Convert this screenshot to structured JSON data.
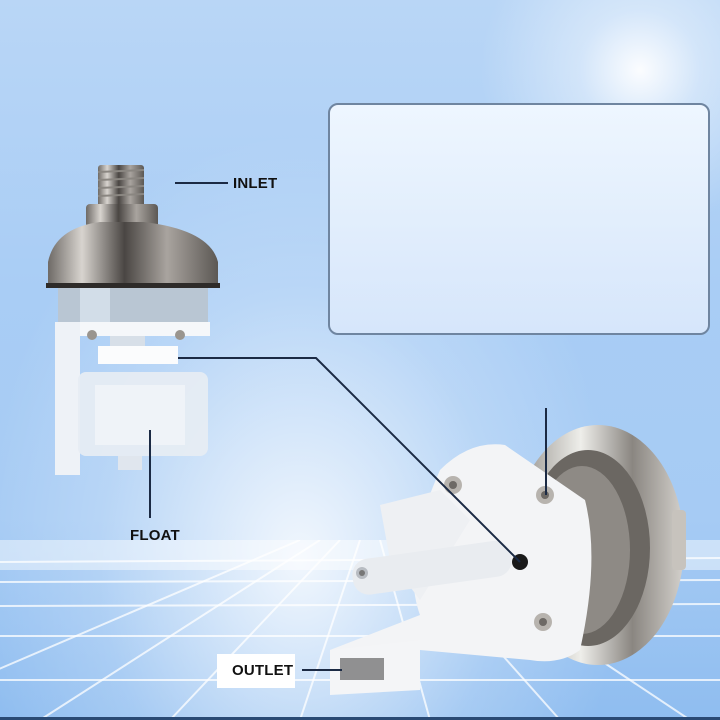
{
  "image": {
    "type": "product-diagram",
    "subject": "float valve (water level control valve)",
    "background": {
      "top_color": "#b9d6f6",
      "bottom_color": "#8fbdf0",
      "accent_line": "#1b2a44"
    }
  },
  "labels": {
    "inlet": "INLET",
    "float": "FLOAT",
    "outlet": "OUTLET"
  },
  "info_panel": {
    "text": "",
    "border_color": "#6f85a0",
    "fill_color": "#e2eefc"
  },
  "views": [
    {
      "name": "side-view",
      "parts": [
        "threaded inlet",
        "hex nut",
        "chrome body",
        "float bracket",
        "float"
      ]
    },
    {
      "name": "rear-view",
      "parts": [
        "chrome ring",
        "white bracket",
        "screws",
        "lever arm",
        "outlet spout"
      ]
    }
  ]
}
